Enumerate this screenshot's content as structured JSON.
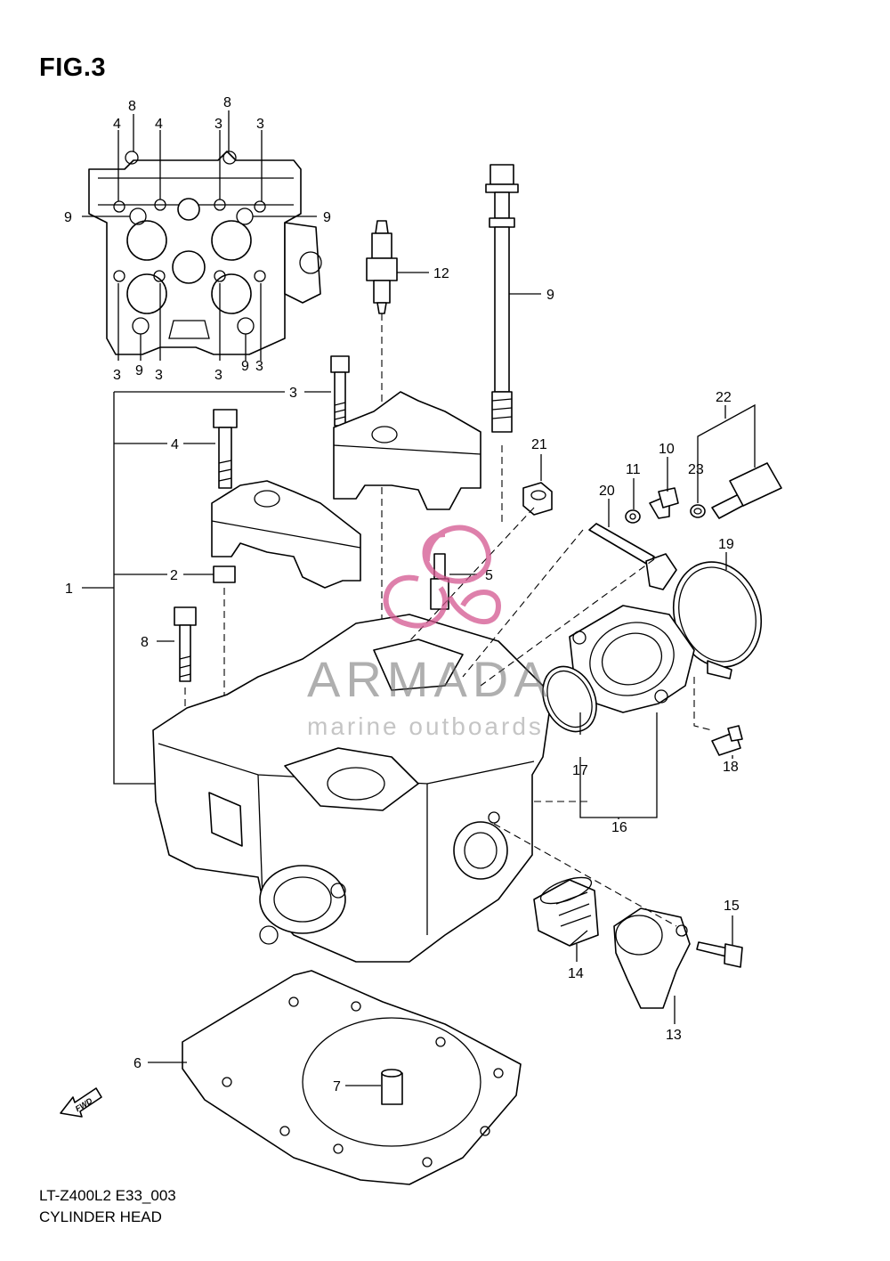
{
  "figure_title": "FIG.3",
  "footer": {
    "model_code": "LT-Z400L2 E33_003",
    "part_name": "CYLINDER HEAD"
  },
  "watermark": {
    "brand": "ARMADA",
    "tagline": "marine outboards",
    "accent_color": "#d4568f"
  },
  "fwd_label": "FWD",
  "callouts": {
    "top_view": {
      "t8a": "8",
      "t8b": "8",
      "t4a": "4",
      "t4b": "4",
      "t3a": "3",
      "t3b": "3",
      "t9a": "9",
      "t9b": "9",
      "b3a": "3",
      "b9a": "9",
      "b3b": "3",
      "b3c": "3",
      "b9b": "9",
      "b3d": "3"
    },
    "p1": "1",
    "p2": "2",
    "p3": "3",
    "p4": "4",
    "p5": "5",
    "p6": "6",
    "p7": "7",
    "p8": "8",
    "p9": "9",
    "p10": "10",
    "p11": "11",
    "p12": "12",
    "p13": "13",
    "p14": "14",
    "p15": "15",
    "p16": "16",
    "p17": "17",
    "p18": "18",
    "p19": "19",
    "p20": "20",
    "p21": "21",
    "p22": "22",
    "p23": "23"
  }
}
